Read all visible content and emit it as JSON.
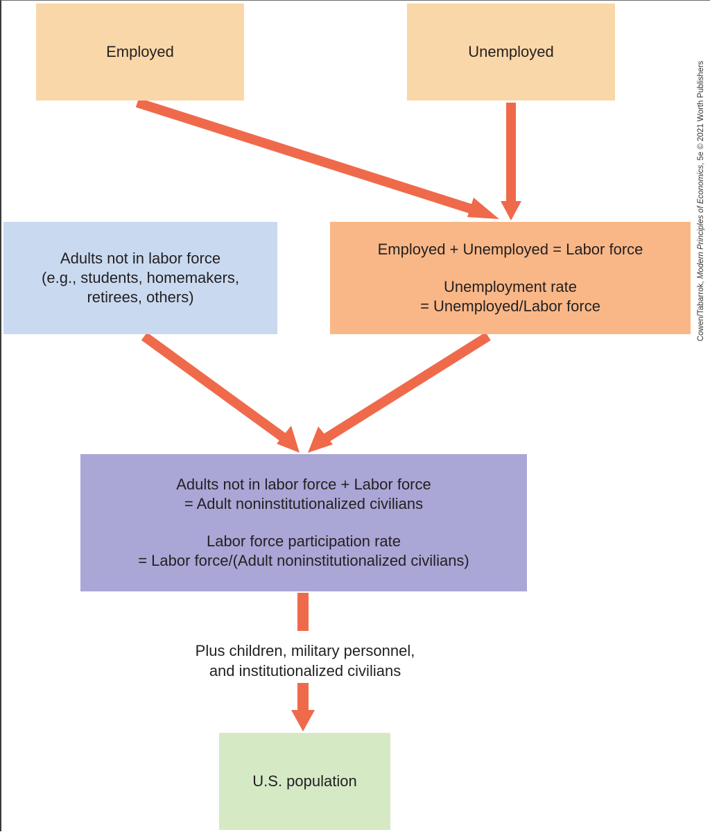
{
  "colors": {
    "arrow": "#ef6a4b",
    "employed_box": "#fad7a8",
    "laborforce_box": "#f9b787",
    "notlabor_box": "#c9daf0",
    "adults_box": "#aaa6d6",
    "population_box": "#d5e9c5"
  },
  "boxes": {
    "employed": {
      "label": "Employed"
    },
    "unemployed": {
      "label": "Unemployed"
    },
    "not_in_labor_force": {
      "line1": "Adults not in labor force",
      "line2": "(e.g., students, homemakers,",
      "line3": "retirees, others)"
    },
    "labor_force": {
      "line1": "Employed + Unemployed = Labor force",
      "line2": "Unemployment rate",
      "line3": "= Unemployed/Labor force"
    },
    "adults": {
      "line1": "Adults not in labor force + Labor force",
      "line2": "= Adult noninstitutionalized civilians",
      "line3": "Labor force participation rate",
      "line4": "=  Labor force/(Adult noninstitutionalized civilians)"
    },
    "population": {
      "label": "U.S. population"
    }
  },
  "plus_label": {
    "line1": "Plus children, military personnel,",
    "line2": "and institutionalized civilians"
  },
  "credit_prefix": "Cowen/Tabarrok, ",
  "credit_title": "Modern Principles of Economics",
  "credit_suffix": ", 5e © 2021 Worth Publishers"
}
